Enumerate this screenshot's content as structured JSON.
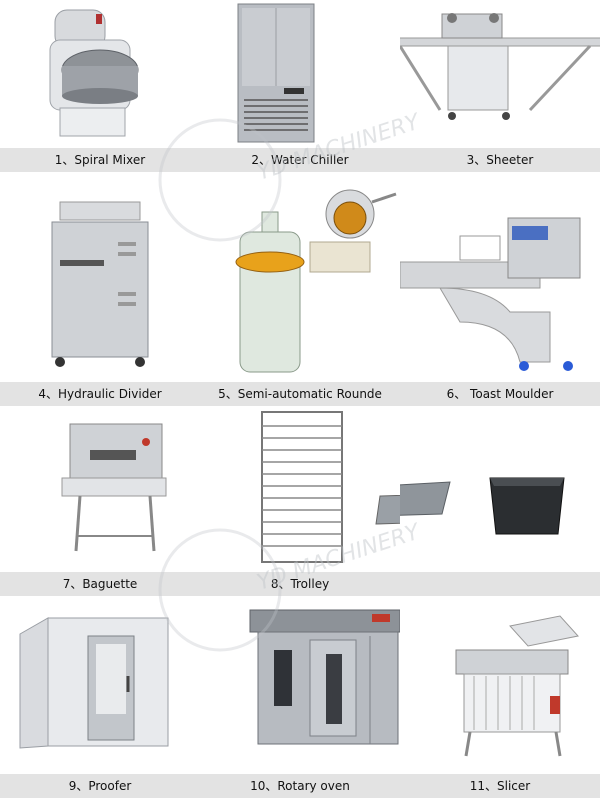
{
  "products": [
    {
      "caption": "1、Spiral Mixer"
    },
    {
      "caption": "2、Water Chiller"
    },
    {
      "caption": "3、Sheeter"
    },
    {
      "caption": "4、Hydraulic Divider"
    },
    {
      "caption": "5、Semi-automatic Rounde"
    },
    {
      "caption": "6、 Toast Moulder"
    },
    {
      "caption": "7、Baguette"
    },
    {
      "caption": "8、Trolley"
    },
    {
      "caption": "9、Proofer"
    },
    {
      "caption": "10、Rotary oven"
    },
    {
      "caption": "11、Slicer"
    }
  ],
  "watermark": {
    "text": "YD MACHINERY"
  },
  "colors": {
    "steel": "#c9ccd1",
    "dark": "#3a3d42",
    "caption_bg": "#e3e3e3",
    "accent_red": "#c0392b",
    "accent_orange": "#e8a21b"
  }
}
